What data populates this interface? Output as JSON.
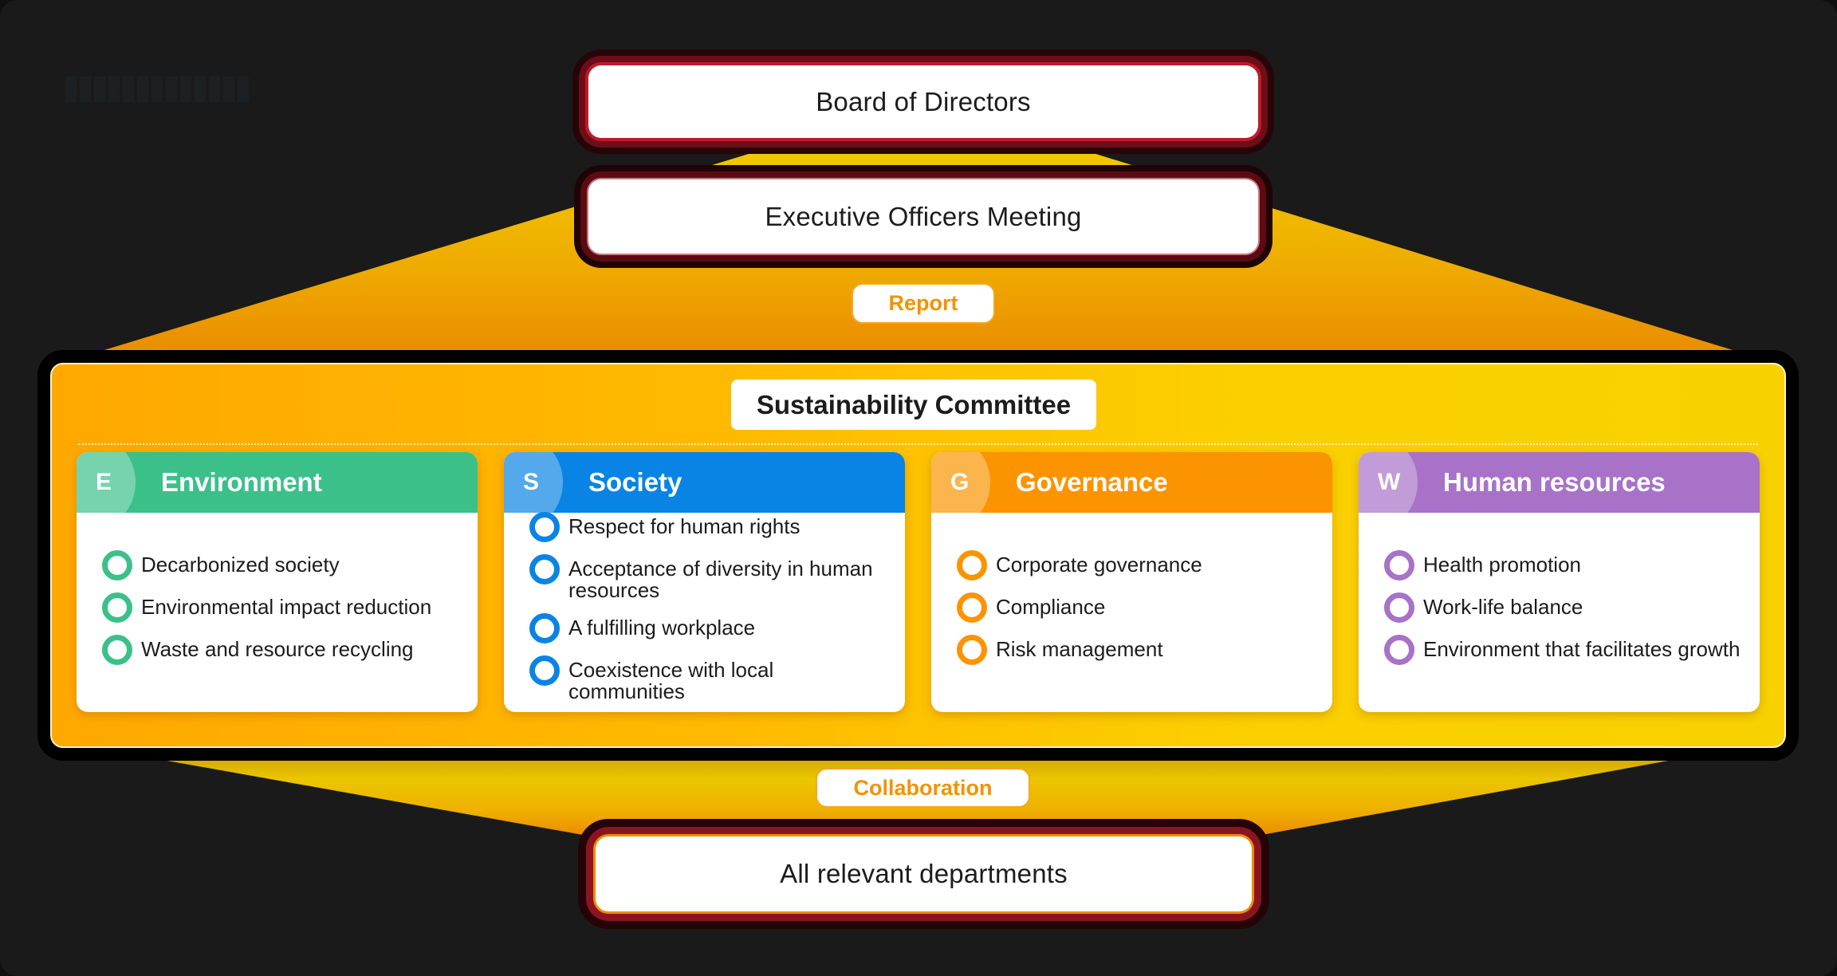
{
  "diagram": {
    "top_boxes": {
      "board": "Board of Directors",
      "executive": "Executive Officers Meeting"
    },
    "report_label": "Report",
    "committee": {
      "title": "Sustainability Committee",
      "cards": [
        {
          "letter": "E",
          "title": "Environment",
          "color": "#3cc08a",
          "items": [
            "Decarbonized society",
            "Environmental impact reduction",
            "Waste and resource recycling"
          ]
        },
        {
          "letter": "S",
          "title": "Society",
          "color": "#0a84e4",
          "items": [
            "Respect for human rights",
            "Acceptance of diversity in human resources",
            "A fulfilling workplace",
            "Coexistence with local communities"
          ]
        },
        {
          "letter": "G",
          "title": "Governance",
          "color": "#fb9400",
          "items": [
            "Corporate governance",
            "Compliance",
            "Risk management"
          ]
        },
        {
          "letter": "W",
          "title": "Human resources",
          "color": "#a772c8",
          "items": [
            "Health promotion",
            "Work-life balance",
            "Environment that facilitates growth"
          ]
        }
      ]
    },
    "collaboration_label": "Collaboration",
    "bottom_box": "All relevant departments"
  },
  "colors": {
    "background": "#1a1a1a",
    "accent_orange": "#f39200",
    "funnel_yellow": "#f0c400",
    "glow_red": "#c01a2a"
  }
}
